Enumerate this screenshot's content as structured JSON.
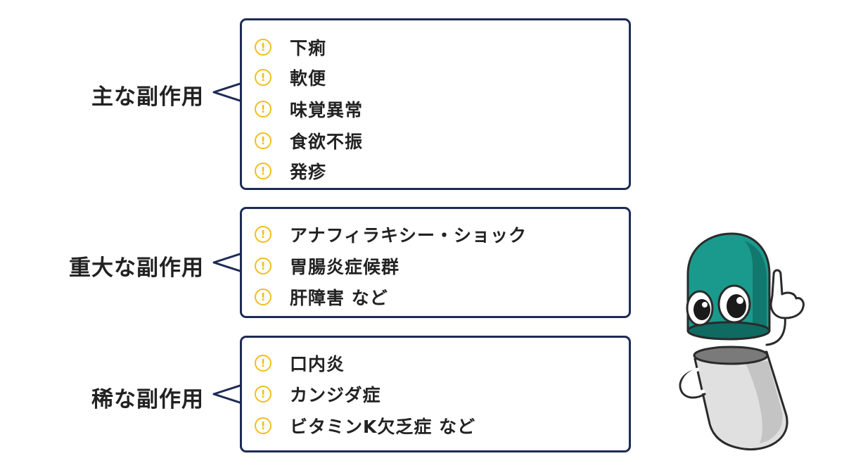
{
  "sections": [
    {
      "label": "主な副作用",
      "items": [
        "下痢",
        "軟便",
        "味覚異常",
        "食欲不振",
        "発疹"
      ]
    },
    {
      "label": "重大な副作用",
      "items": [
        "アナフィラキシー・ショック",
        "胃腸炎症候群",
        "肝障害 など"
      ]
    },
    {
      "label": "稀な副作用",
      "items": [
        "口内炎",
        "カンジダ症",
        "ビタミンK欠乏症 など"
      ]
    }
  ],
  "icons": {
    "item": "warning-icon",
    "mascot": "capsule-character"
  },
  "colors": {
    "box_border": "#1d2b54",
    "warning": "#f2be1c",
    "capsule_top": "#1a9a8c",
    "capsule_bottom": "#dcdcdc"
  }
}
